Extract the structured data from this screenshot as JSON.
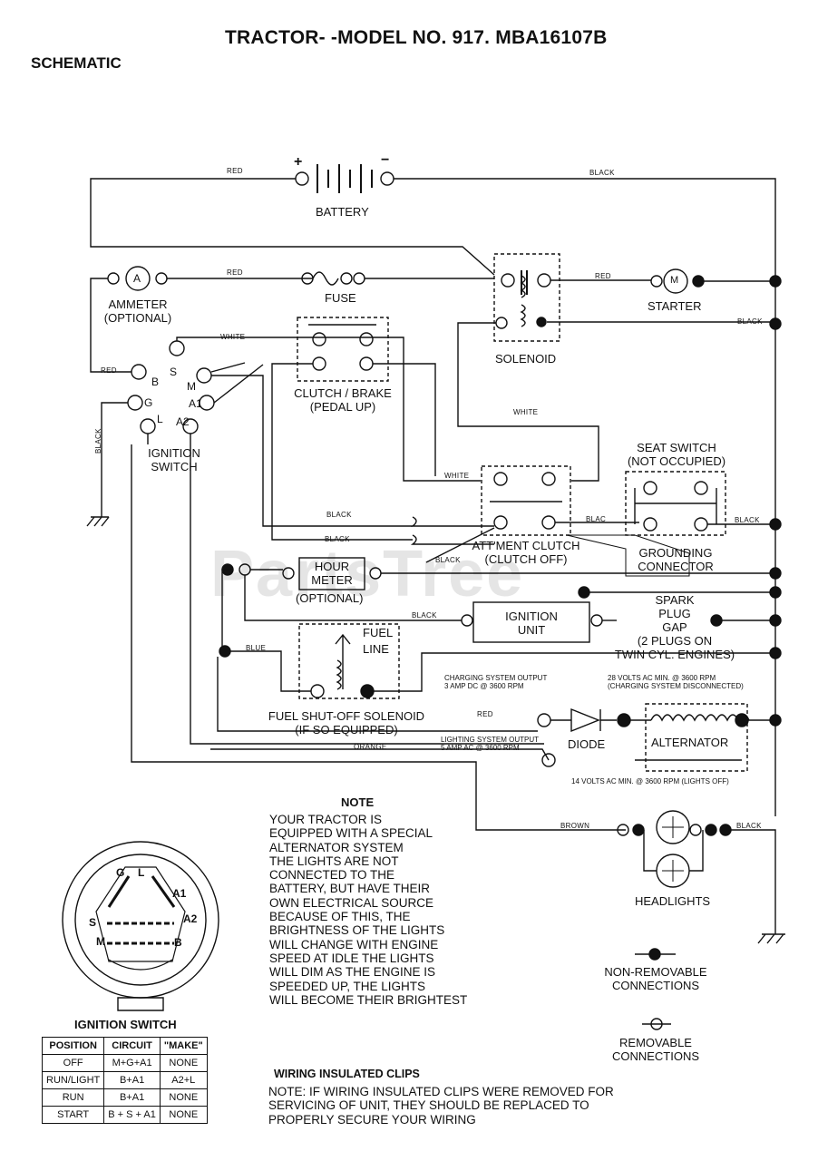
{
  "title": "TRACTOR- -MODEL NO. 917. MBA16107B",
  "subtitle": "SCHEMATIC",
  "watermark": "PartsTree",
  "battery": {
    "label": "BATTERY",
    "plus": "+",
    "minus": "−"
  },
  "ammeter": {
    "symbol": "A",
    "label": "AMMETER",
    "optional": "(OPTIONAL)"
  },
  "fuse": "FUSE",
  "starter": {
    "symbol": "M",
    "label": "STARTER"
  },
  "solenoid": "SOLENOID",
  "clutch_brake": {
    "line1": "CLUTCH / BRAKE",
    "line2": "(PEDAL UP)"
  },
  "ignition_switch_label": {
    "line1": "IGNITION",
    "line2": "SWITCH"
  },
  "terminals": {
    "b": "B",
    "s": "S",
    "m": "M",
    "g": "G",
    "a1": "A1",
    "l": "L",
    "a2": "A2"
  },
  "seat_switch": {
    "line1": "SEAT SWITCH",
    "line2": "(NOT OCCUPIED)"
  },
  "attachment_clutch": {
    "line1": "ATT'MENT CLUTCH",
    "line2": "(CLUTCH OFF)"
  },
  "grounding_connector": {
    "line1": "GROUNDING",
    "line2": "CONNECTOR"
  },
  "hour_meter": {
    "line1": "HOUR",
    "line2": "METER",
    "optional": "(OPTIONAL)"
  },
  "ignition_unit": {
    "line1": "IGNITION",
    "line2": "UNIT"
  },
  "spark_plug": {
    "line1": "SPARK",
    "line2": "PLUG",
    "line3": "GAP",
    "line4": "(2 PLUGS ON",
    "line5": "TWIN CYL. ENGINES)"
  },
  "fuel_solenoid": {
    "fuel": "FUEL",
    "line": "LINE",
    "label": "FUEL SHUT-OFF SOLENOID",
    "equipped": "(IF SO EQUIPPED)"
  },
  "charging_output": {
    "line1": "CHARGING SYSTEM OUTPUT",
    "line2": "3 AMP DC @ 3600 RPM"
  },
  "volts28": {
    "line1": "28 VOLTS AC MIN. @ 3600 RPM",
    "line2": "(CHARGING SYSTEM DISCONNECTED)"
  },
  "lighting_output": {
    "line1": "LIGHTING SYSTEM OUTPUT",
    "line2": "5 AMP AC @ 3600 RPM"
  },
  "volts14": "14 VOLTS AC MIN. @ 3600 RPM (LIGHTS OFF)",
  "diode": "DIODE",
  "alternator": "ALTERNATOR",
  "headlights": "HEADLIGHTS",
  "wire_colors": {
    "red": "RED",
    "black": "BLACK",
    "white": "WHITE",
    "blue": "BLUE",
    "orange": "ORANGE",
    "brown": "BROWN",
    "red_small": "RED",
    "blac": "BLAC"
  },
  "note": {
    "title": "NOTE",
    "lines": [
      "YOUR TRACTOR IS",
      "EQUIPPED WITH A SPECIAL",
      "ALTERNATOR SYSTEM",
      "THE LIGHTS ARE NOT",
      "CONNECTED TO THE",
      "BATTERY, BUT HAVE THEIR",
      "OWN ELECTRICAL SOURCE",
      "BECAUSE OF THIS, THE",
      "BRIGHTNESS OF THE LIGHTS",
      "WILL CHANGE WITH ENGINE",
      "SPEED   AT IDLE THE LIGHTS",
      "WILL DIM   AS THE ENGINE IS",
      "SPEEDED UP, THE LIGHTS",
      "WILL BECOME THEIR BRIGHTEST"
    ]
  },
  "legend": {
    "non_removable": {
      "line1": "NON-REMOVABLE",
      "line2": "CONNECTIONS"
    },
    "removable": {
      "line1": "REMOVABLE",
      "line2": "CONNECTIONS"
    }
  },
  "clips": {
    "title": "WIRING INSULATED CLIPS",
    "lines": [
      "NOTE: IF WIRING INSULATED CLIPS WERE REMOVED FOR",
      "SERVICING OF UNIT, THEY SHOULD BE REPLACED TO",
      "PROPERLY SECURE YOUR WIRING"
    ]
  },
  "ignition_table": {
    "title": "IGNITION SWITCH",
    "headers": [
      "POSITION",
      "CIRCUIT",
      "\"MAKE\""
    ],
    "rows": [
      [
        "OFF",
        "M+G+A1",
        "NONE"
      ],
      [
        "RUN/LIGHT",
        "B+A1",
        "A2+L"
      ],
      [
        "RUN",
        "B+A1",
        "NONE"
      ],
      [
        "START",
        "B + S + A1",
        "NONE"
      ]
    ]
  },
  "switch_face": {
    "g": "G",
    "l": "L",
    "a1": "A1",
    "s": "S",
    "a2": "A2",
    "m": "M",
    "b": "B"
  }
}
